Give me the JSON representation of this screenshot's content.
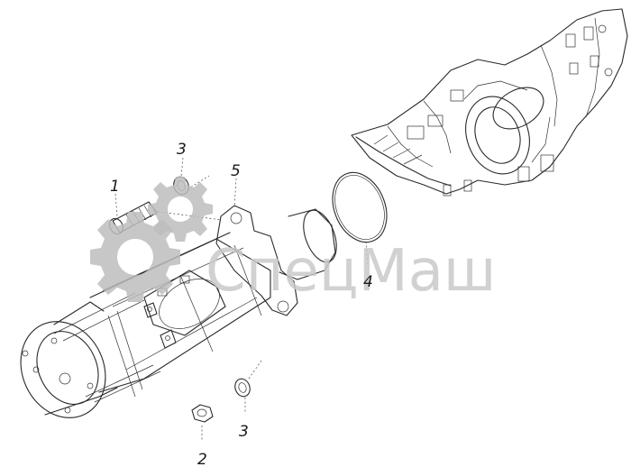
{
  "watermark": {
    "text": "СпецМаш"
  },
  "callouts": [
    {
      "id": "callout-1",
      "label": "1"
    },
    {
      "id": "callout-2",
      "label": "2"
    },
    {
      "id": "callout-3-top",
      "label": "3"
    },
    {
      "id": "callout-3-bottom",
      "label": "3"
    },
    {
      "id": "callout-4",
      "label": "4"
    },
    {
      "id": "callout-5",
      "label": "5"
    }
  ],
  "colors": {
    "line": "#2a2a2a",
    "watermark": "#bdbdbd",
    "background": "#ffffff"
  }
}
